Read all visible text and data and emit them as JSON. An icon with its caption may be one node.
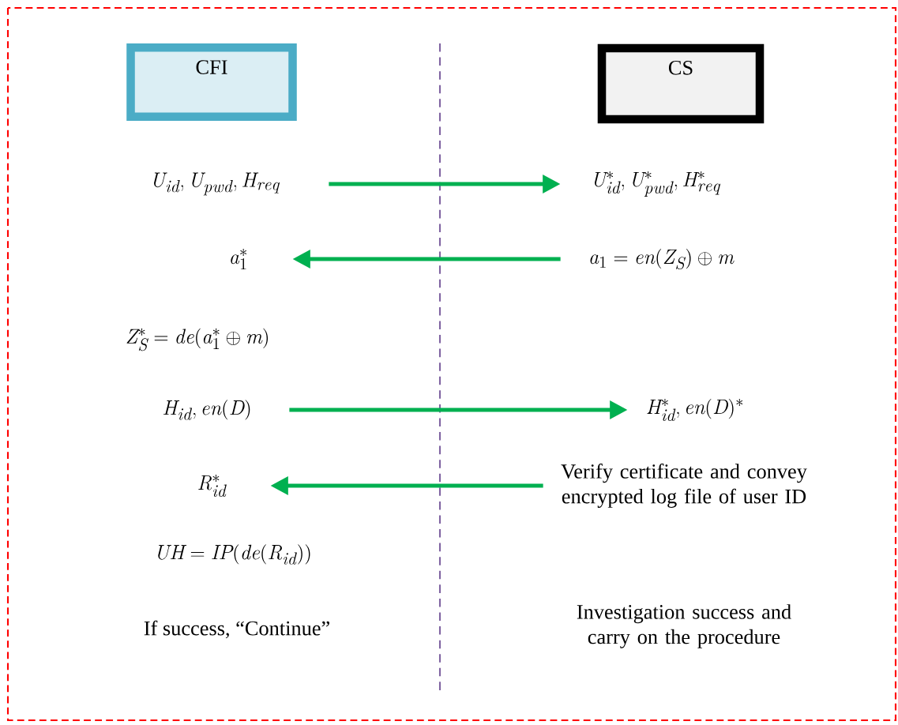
{
  "diagram": {
    "nodes": [
      {
        "text": [
          "CFI"
        ]
      },
      {
        "text": [
          "CS"
        ]
      },
      {
        "text": [
          "U_{id}, U_{pwd}, H_{req}"
        ]
      },
      {
        "text": [
          "U^{*}_{id}, U^{*}_{pwd}, H^{*}_{req}"
        ]
      },
      {
        "text": [
          "a^{*}_{1}"
        ]
      },
      {
        "text": [
          "a_{1} = en(Z_{S}) \\oplus m"
        ]
      },
      {
        "text": [
          "H_{id}, en(D)"
        ]
      },
      {
        "text": [
          "H^{*}_{id}, en(D)^{*}"
        ]
      },
      {
        "text": [
          "R^{*}_{id}"
        ]
      },
      {
        "text": [
          "Verify certificate and convey encrypted log file of user ID"
        ]
      }
    ],
    "edges": [
      {
        "from": 2,
        "to": 3,
        "arrow": "to"
      },
      {
        "from": 5,
        "to": 4,
        "arrow": "to"
      },
      {
        "from": 6,
        "to": 7,
        "arrow": "to"
      },
      {
        "from": 9,
        "to": 8,
        "arrow": "to"
      }
    ],
    "labels": [
      "Z^{*}_{S} = de(a^{*}_{1} \\oplus m)",
      "UH = IP(de(R_{id}))",
      "If success, “Continue”",
      "Investigation success and carry on the procedure"
    ]
  }
}
